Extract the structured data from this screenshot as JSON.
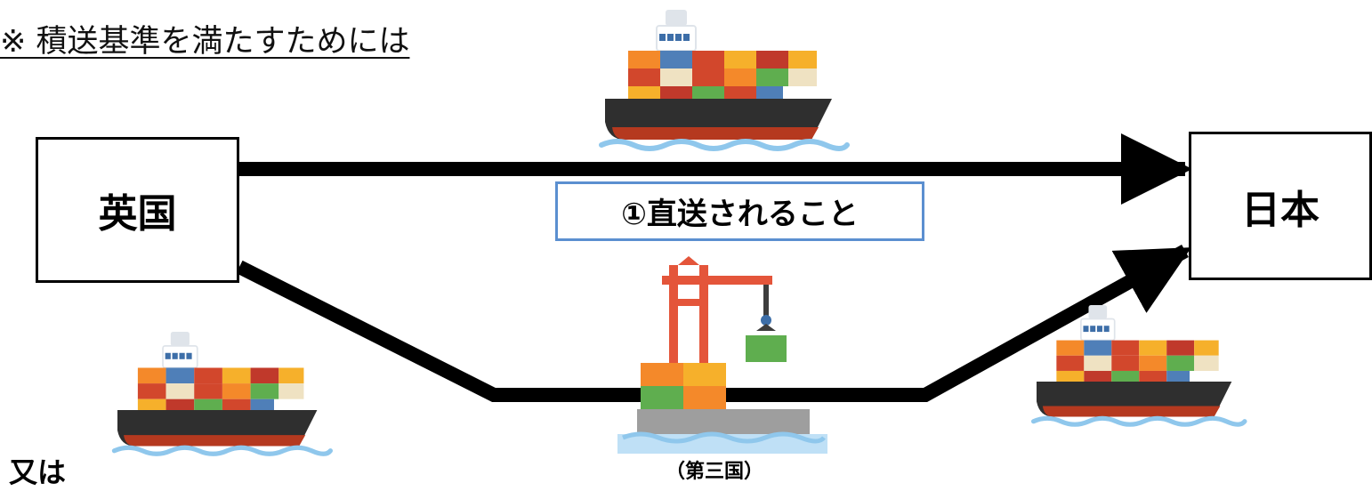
{
  "heading": "※ 積送基準を満たすためには",
  "origin": {
    "label": "英国"
  },
  "destination": {
    "label": "日本"
  },
  "direct_route": {
    "label": "①直送されること"
  },
  "transit": {
    "label": "（第三国）"
  },
  "alternative": {
    "label": "又は"
  },
  "colors": {
    "arrow": "#000000",
    "route_box_border": "#5b8fd0",
    "ship_hull": "#2f2f2f",
    "ship_keel": "#b5391f",
    "water": "#8fc7ec",
    "crane": "#e4553a",
    "container_green": "#5fae4f",
    "container_orange": "#f4892a",
    "container_blue": "#4f7fb8",
    "container_red": "#d2472c",
    "container_yellow": "#f6b02b",
    "container_beige": "#efe2c2"
  },
  "icons": [
    "cargo-ship-icon",
    "port-crane-icon"
  ]
}
